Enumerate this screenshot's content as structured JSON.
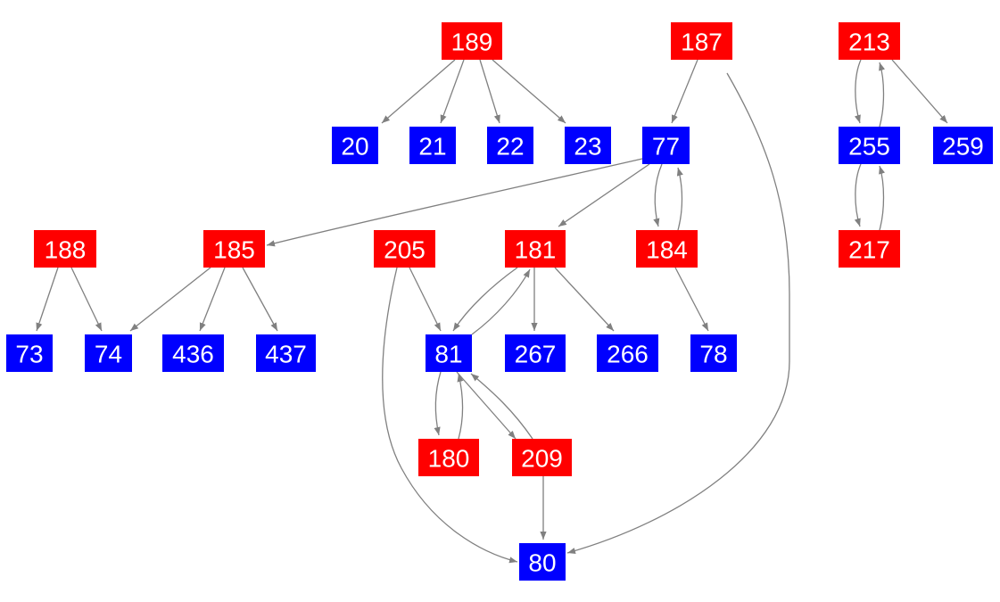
{
  "colors": {
    "red_node": "#ff0000",
    "blue_node": "#0000ff",
    "edge": "#808080",
    "label": "#ffffff",
    "background": "#ffffff"
  },
  "nodes": [
    {
      "id": "189",
      "label": "189",
      "color": "red"
    },
    {
      "id": "187",
      "label": "187",
      "color": "red"
    },
    {
      "id": "213",
      "label": "213",
      "color": "red"
    },
    {
      "id": "20",
      "label": "20",
      "color": "blue"
    },
    {
      "id": "21",
      "label": "21",
      "color": "blue"
    },
    {
      "id": "22",
      "label": "22",
      "color": "blue"
    },
    {
      "id": "23",
      "label": "23",
      "color": "blue"
    },
    {
      "id": "77",
      "label": "77",
      "color": "blue"
    },
    {
      "id": "255",
      "label": "255",
      "color": "blue"
    },
    {
      "id": "259",
      "label": "259",
      "color": "blue"
    },
    {
      "id": "188",
      "label": "188",
      "color": "red"
    },
    {
      "id": "185",
      "label": "185",
      "color": "red"
    },
    {
      "id": "205",
      "label": "205",
      "color": "red"
    },
    {
      "id": "181",
      "label": "181",
      "color": "red"
    },
    {
      "id": "184",
      "label": "184",
      "color": "red"
    },
    {
      "id": "217",
      "label": "217",
      "color": "red"
    },
    {
      "id": "73",
      "label": "73",
      "color": "blue"
    },
    {
      "id": "74",
      "label": "74",
      "color": "blue"
    },
    {
      "id": "436",
      "label": "436",
      "color": "blue"
    },
    {
      "id": "437",
      "label": "437",
      "color": "blue"
    },
    {
      "id": "81",
      "label": "81",
      "color": "blue"
    },
    {
      "id": "267",
      "label": "267",
      "color": "blue"
    },
    {
      "id": "266",
      "label": "266",
      "color": "blue"
    },
    {
      "id": "78",
      "label": "78",
      "color": "blue"
    },
    {
      "id": "180",
      "label": "180",
      "color": "red"
    },
    {
      "id": "209",
      "label": "209",
      "color": "red"
    },
    {
      "id": "80",
      "label": "80",
      "color": "blue"
    }
  ],
  "edges": [
    {
      "from": "189",
      "to": "20"
    },
    {
      "from": "189",
      "to": "21"
    },
    {
      "from": "189",
      "to": "22"
    },
    {
      "from": "189",
      "to": "23"
    },
    {
      "from": "187",
      "to": "77"
    },
    {
      "from": "187",
      "to": "80"
    },
    {
      "from": "213",
      "to": "255"
    },
    {
      "from": "255",
      "to": "213"
    },
    {
      "from": "213",
      "to": "259"
    },
    {
      "from": "255",
      "to": "217"
    },
    {
      "from": "217",
      "to": "255"
    },
    {
      "from": "77",
      "to": "185"
    },
    {
      "from": "77",
      "to": "181"
    },
    {
      "from": "77",
      "to": "184"
    },
    {
      "from": "184",
      "to": "77"
    },
    {
      "from": "184",
      "to": "78"
    },
    {
      "from": "188",
      "to": "73"
    },
    {
      "from": "188",
      "to": "74"
    },
    {
      "from": "185",
      "to": "74"
    },
    {
      "from": "185",
      "to": "436"
    },
    {
      "from": "185",
      "to": "437"
    },
    {
      "from": "205",
      "to": "81"
    },
    {
      "from": "205",
      "to": "80"
    },
    {
      "from": "181",
      "to": "81"
    },
    {
      "from": "81",
      "to": "181"
    },
    {
      "from": "181",
      "to": "267"
    },
    {
      "from": "181",
      "to": "266"
    },
    {
      "from": "81",
      "to": "180"
    },
    {
      "from": "180",
      "to": "81"
    },
    {
      "from": "81",
      "to": "209"
    },
    {
      "from": "209",
      "to": "81"
    },
    {
      "from": "209",
      "to": "80"
    }
  ]
}
